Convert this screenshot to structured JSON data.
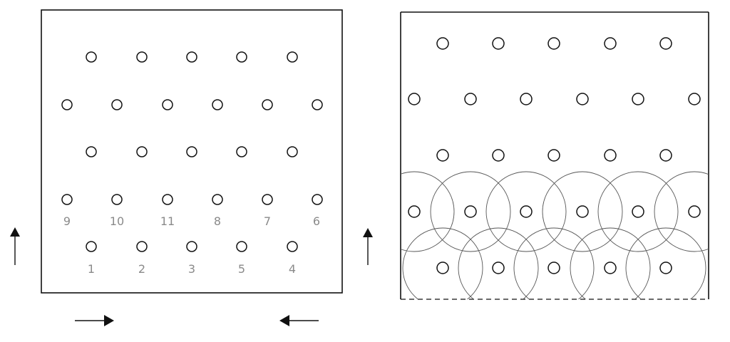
{
  "panels": [
    {
      "id": "left",
      "numbered_rows": [
        {
          "row": 4,
          "labels": [
            "9",
            "10",
            "11",
            "8",
            "7",
            "6"
          ]
        },
        {
          "row": 5,
          "labels": [
            "1",
            "2",
            "3",
            "5",
            "4"
          ]
        }
      ]
    },
    {
      "id": "right",
      "bottom_edge": "dashed",
      "influence_circles_on_rows": [
        4,
        5
      ]
    }
  ],
  "colors": {
    "line": "#111111",
    "label": "#8a8a8a",
    "thin_circle": "#555555"
  }
}
